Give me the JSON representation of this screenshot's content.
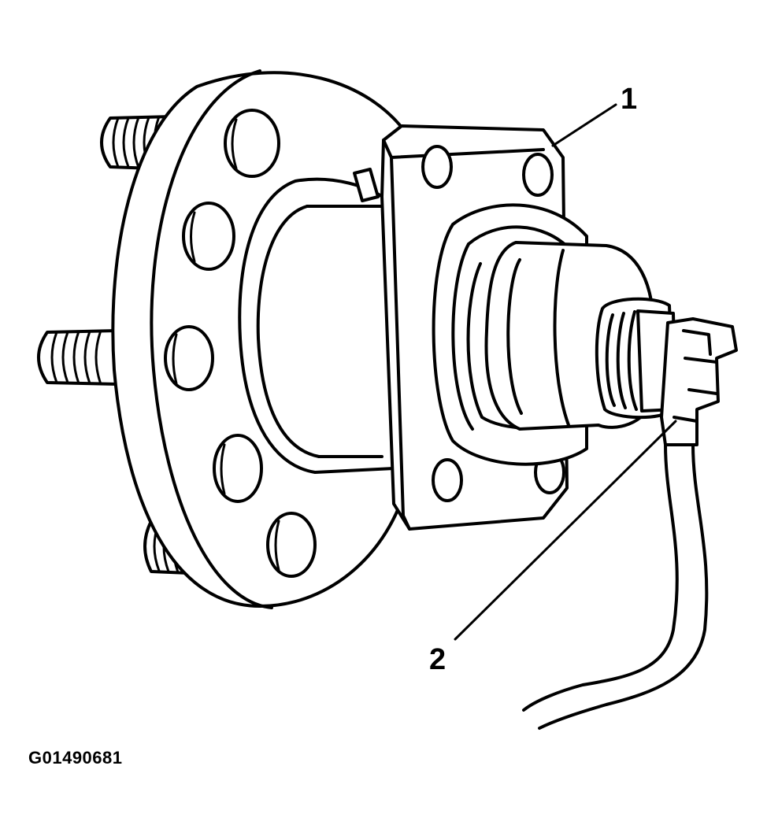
{
  "diagram": {
    "callouts": [
      {
        "id": 1,
        "label": "1",
        "part": "bracket-flange"
      },
      {
        "id": 2,
        "label": "2",
        "part": "wheel-speed-sensor-connector"
      }
    ],
    "figure_id": "G01490681"
  }
}
